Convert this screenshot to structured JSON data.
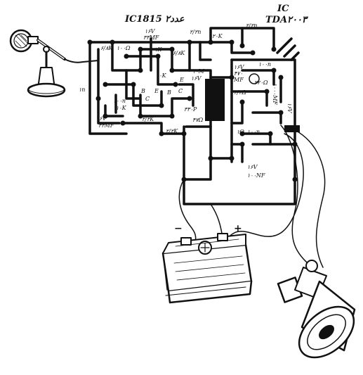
{
  "title_ic1815": "IC1815 ۲عدد",
  "title_ic": "IC",
  "title_tda": "TDA۲۰۰۳",
  "battery": {
    "minus": "−",
    "plus": "+"
  },
  "left_labels": {
    "c_16v_33mf": "۱۶V",
    "c_33mf": "۳۳MF",
    "r_6k8_a": "۶/۸K",
    "r_100": "۱۰۰Ω",
    "r_1k_a": "۱K",
    "r_6k8_b": "۶/۸K",
    "r_1k_b": "۱۰K",
    "in": "۱n",
    "c_100n": "۱۰۰n",
    "r_10k": "۱۰K",
    "c_16v_a": "۱۶V",
    "c_33mf_b": "۳۳MF",
    "r_2k2": "۲/۲K",
    "r_2k2_b": "۲/۲K",
    "r_1m": "۱۰M",
    "c_16v_b": "۱۶V",
    "c_330p": "۳۳۰P",
    "r_47": "۴۷Ω",
    "c_22n": "۲/۲n",
    "r_20k": "۲۰K",
    "pin_b1": "B",
    "pin_e1": "E",
    "pin_c1": "C",
    "pin_b2": "B",
    "pin_e2": "E",
    "pin_c2": "C"
  },
  "right_labels": {
    "c_2n2": "۲/۲n",
    "c_16v_47mf": "۱۶V",
    "c_47mf": "۴۷۰",
    "c_mf": "MF",
    "r_100n": "۱۰۰n",
    "r_22": "۲/۲Ω",
    "r_220": "۲۲۰Ω",
    "c_1000mf": "۱۰۰۰MF",
    "c_16v_v": "۱۶V",
    "r_1": "۱Ω",
    "c_100n_b": "۱۰۰n",
    "c_16v_bottom": "۱۶V",
    "c_100nf": "۱۰۰NF"
  }
}
